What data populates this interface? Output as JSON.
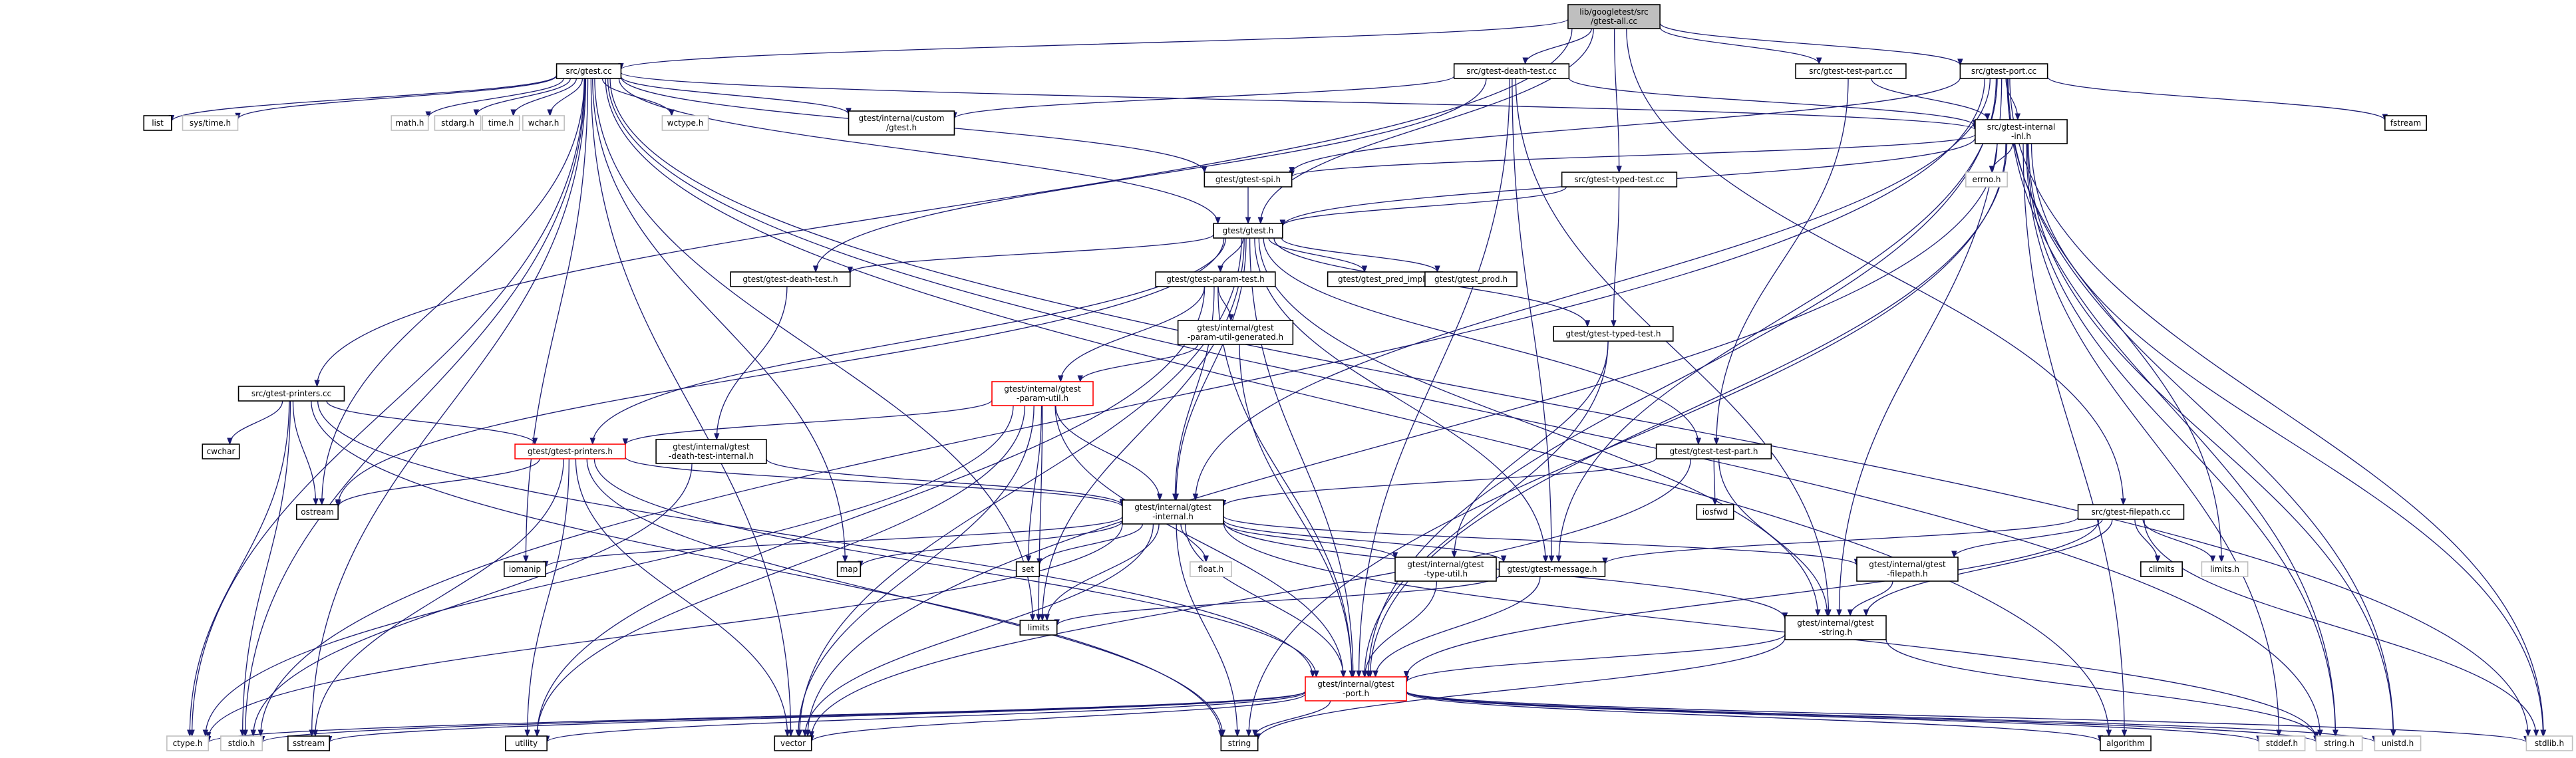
{
  "colors": {
    "edge": "#191970",
    "node_border": "#000000",
    "missing_border": "#bfbfbf",
    "truncated_border": "#ff0000",
    "root_fill": "#bfbfbf"
  },
  "nodes": [
    {
      "id": "root",
      "label": "lib/googletest/src\n/gtest-all.cc",
      "kind": "root"
    },
    {
      "id": "gtest_cc",
      "label": "src/gtest.cc",
      "kind": "file"
    },
    {
      "id": "death_cc",
      "label": "src/gtest-death-test.cc",
      "kind": "file"
    },
    {
      "id": "testpart_cc",
      "label": "src/gtest-test-part.cc",
      "kind": "file"
    },
    {
      "id": "port_cc",
      "label": "src/gtest-port.cc",
      "kind": "file"
    },
    {
      "id": "list",
      "label": "list",
      "kind": "file"
    },
    {
      "id": "systime",
      "label": "sys/time.h",
      "kind": "missing"
    },
    {
      "id": "mathh",
      "label": "math.h",
      "kind": "missing"
    },
    {
      "id": "stdarg",
      "label": "stdarg.h",
      "kind": "missing"
    },
    {
      "id": "timeh",
      "label": "time.h",
      "kind": "missing"
    },
    {
      "id": "wcharh",
      "label": "wchar.h",
      "kind": "missing"
    },
    {
      "id": "wctype",
      "label": "wctype.h",
      "kind": "missing"
    },
    {
      "id": "custom_gtest",
      "label": "gtest/internal/custom\n/gtest.h",
      "kind": "file"
    },
    {
      "id": "fstream",
      "label": "fstream",
      "kind": "file"
    },
    {
      "id": "internal_inl",
      "label": "src/gtest-internal\n-inl.h",
      "kind": "file"
    },
    {
      "id": "errno",
      "label": "errno.h",
      "kind": "missing"
    },
    {
      "id": "gtest_spi",
      "label": "gtest/gtest-spi.h",
      "kind": "file"
    },
    {
      "id": "typed_cc",
      "label": "src/gtest-typed-test.cc",
      "kind": "file"
    },
    {
      "id": "gtest_h",
      "label": "gtest/gtest.h",
      "kind": "file"
    },
    {
      "id": "death_h",
      "label": "gtest/gtest-death-test.h",
      "kind": "file"
    },
    {
      "id": "param_h",
      "label": "gtest/gtest-param-test.h",
      "kind": "file"
    },
    {
      "id": "pred_impl",
      "label": "gtest/gtest_pred_impl.h",
      "kind": "file"
    },
    {
      "id": "prod_h",
      "label": "gtest/gtest_prod.h",
      "kind": "file"
    },
    {
      "id": "param_gen",
      "label": "gtest/internal/gtest\n-param-util-generated.h",
      "kind": "file"
    },
    {
      "id": "typed_h",
      "label": "gtest/gtest-typed-test.h",
      "kind": "file"
    },
    {
      "id": "printers_cc",
      "label": "src/gtest-printers.cc",
      "kind": "file"
    },
    {
      "id": "param_util",
      "label": "gtest/internal/gtest\n-param-util.h",
      "kind": "truncated"
    },
    {
      "id": "cwchar",
      "label": "cwchar",
      "kind": "file"
    },
    {
      "id": "printers_h",
      "label": "gtest/gtest-printers.h",
      "kind": "truncated"
    },
    {
      "id": "death_internal",
      "label": "gtest/internal/gtest\n-death-test-internal.h",
      "kind": "file"
    },
    {
      "id": "testpart_h",
      "label": "gtest/gtest-test-part.h",
      "kind": "file"
    },
    {
      "id": "iosfwd",
      "label": "iosfwd",
      "kind": "file"
    },
    {
      "id": "ostream",
      "label": "ostream",
      "kind": "file"
    },
    {
      "id": "internal_h",
      "label": "gtest/internal/gtest\n-internal.h",
      "kind": "file"
    },
    {
      "id": "filepath_cc",
      "label": "src/gtest-filepath.cc",
      "kind": "file"
    },
    {
      "id": "iomanip",
      "label": "iomanip",
      "kind": "file"
    },
    {
      "id": "map",
      "label": "map",
      "kind": "file"
    },
    {
      "id": "set",
      "label": "set",
      "kind": "file"
    },
    {
      "id": "floath",
      "label": "float.h",
      "kind": "missing"
    },
    {
      "id": "type_util",
      "label": "gtest/internal/gtest\n-type-util.h",
      "kind": "file"
    },
    {
      "id": "message_h",
      "label": "gtest/gtest-message.h",
      "kind": "file"
    },
    {
      "id": "filepath_h",
      "label": "gtest/internal/gtest\n-filepath.h",
      "kind": "file"
    },
    {
      "id": "climits",
      "label": "climits",
      "kind": "file"
    },
    {
      "id": "limitsh",
      "label": "limits.h",
      "kind": "missing"
    },
    {
      "id": "limits",
      "label": "limits",
      "kind": "file"
    },
    {
      "id": "string_h_int",
      "label": "gtest/internal/gtest\n-string.h",
      "kind": "file"
    },
    {
      "id": "port_h",
      "label": "gtest/internal/gtest\n-port.h",
      "kind": "truncated"
    },
    {
      "id": "ctype",
      "label": "ctype.h",
      "kind": "missing"
    },
    {
      "id": "stdio",
      "label": "stdio.h",
      "kind": "missing"
    },
    {
      "id": "sstream",
      "label": "sstream",
      "kind": "file"
    },
    {
      "id": "utility",
      "label": "utility",
      "kind": "file"
    },
    {
      "id": "vector",
      "label": "vector",
      "kind": "file"
    },
    {
      "id": "string",
      "label": "string",
      "kind": "file"
    },
    {
      "id": "algorithm",
      "label": "algorithm",
      "kind": "file"
    },
    {
      "id": "stddef",
      "label": "stddef.h",
      "kind": "missing"
    },
    {
      "id": "stringh",
      "label": "string.h",
      "kind": "missing"
    },
    {
      "id": "unistd",
      "label": "unistd.h",
      "kind": "missing"
    },
    {
      "id": "stdlib",
      "label": "stdlib.h",
      "kind": "missing"
    }
  ],
  "edges": [
    [
      "root",
      "gtest_cc"
    ],
    [
      "root",
      "death_cc"
    ],
    [
      "root",
      "testpart_cc"
    ],
    [
      "root",
      "port_cc"
    ],
    [
      "root",
      "typed_cc"
    ],
    [
      "root",
      "printers_cc"
    ],
    [
      "root",
      "filepath_cc"
    ],
    [
      "root",
      "gtest_h"
    ],
    [
      "gtest_cc",
      "list"
    ],
    [
      "gtest_cc",
      "systime"
    ],
    [
      "gtest_cc",
      "mathh"
    ],
    [
      "gtest_cc",
      "stdarg"
    ],
    [
      "gtest_cc",
      "timeh"
    ],
    [
      "gtest_cc",
      "wcharh"
    ],
    [
      "gtest_cc",
      "wctype"
    ],
    [
      "gtest_cc",
      "custom_gtest"
    ],
    [
      "gtest_cc",
      "internal_inl"
    ],
    [
      "gtest_cc",
      "gtest_spi"
    ],
    [
      "gtest_cc",
      "gtest_h"
    ],
    [
      "gtest_cc",
      "ostream"
    ],
    [
      "gtest_cc",
      "iomanip"
    ],
    [
      "gtest_cc",
      "map"
    ],
    [
      "gtest_cc",
      "ctype"
    ],
    [
      "gtest_cc",
      "stdio"
    ],
    [
      "gtest_cc",
      "sstream"
    ],
    [
      "gtest_cc",
      "vector"
    ],
    [
      "gtest_cc",
      "algorithm"
    ],
    [
      "gtest_cc",
      "stdlib"
    ],
    [
      "gtest_cc",
      "stringh"
    ],
    [
      "gtest_cc",
      "limits"
    ],
    [
      "death_cc",
      "custom_gtest"
    ],
    [
      "death_cc",
      "internal_inl"
    ],
    [
      "death_cc",
      "death_h"
    ],
    [
      "death_cc",
      "message_h"
    ],
    [
      "death_cc",
      "string_h_int"
    ],
    [
      "death_cc",
      "port_h"
    ],
    [
      "testpart_cc",
      "testpart_h"
    ],
    [
      "testpart_cc",
      "internal_inl"
    ],
    [
      "port_cc",
      "fstream"
    ],
    [
      "port_cc",
      "internal_inl"
    ],
    [
      "port_cc",
      "gtest_spi"
    ],
    [
      "port_cc",
      "message_h"
    ],
    [
      "port_cc",
      "internal_h"
    ],
    [
      "port_cc",
      "string_h_int"
    ],
    [
      "port_cc",
      "port_h"
    ],
    [
      "port_cc",
      "limitsh"
    ],
    [
      "port_cc",
      "stdio"
    ],
    [
      "port_cc",
      "stdlib"
    ],
    [
      "port_cc",
      "stringh"
    ],
    [
      "port_cc",
      "unistd"
    ],
    [
      "internal_inl",
      "errno"
    ],
    [
      "internal_inl",
      "gtest_spi"
    ],
    [
      "internal_inl",
      "gtest_h"
    ],
    [
      "internal_inl",
      "port_h"
    ],
    [
      "internal_inl",
      "algorithm"
    ],
    [
      "internal_inl",
      "vector"
    ],
    [
      "internal_inl",
      "string"
    ],
    [
      "internal_inl",
      "stddef"
    ],
    [
      "internal_inl",
      "stdlib"
    ],
    [
      "internal_inl",
      "stringh"
    ],
    [
      "internal_inl",
      "unistd"
    ],
    [
      "gtest_spi",
      "gtest_h"
    ],
    [
      "typed_cc",
      "gtest_h"
    ],
    [
      "typed_cc",
      "typed_h"
    ],
    [
      "gtest_h",
      "death_h"
    ],
    [
      "gtest_h",
      "param_h"
    ],
    [
      "gtest_h",
      "pred_impl"
    ],
    [
      "gtest_h",
      "prod_h"
    ],
    [
      "gtest_h",
      "typed_h"
    ],
    [
      "gtest_h",
      "printers_h"
    ],
    [
      "gtest_h",
      "testpart_h"
    ],
    [
      "gtest_h",
      "internal_h"
    ],
    [
      "gtest_h",
      "message_h"
    ],
    [
      "gtest_h",
      "string_h_int"
    ],
    [
      "gtest_h",
      "port_h"
    ],
    [
      "gtest_h",
      "ostream"
    ],
    [
      "gtest_h",
      "vector"
    ],
    [
      "gtest_h",
      "limits"
    ],
    [
      "death_h",
      "death_internal"
    ],
    [
      "param_h",
      "param_gen"
    ],
    [
      "param_h",
      "param_util"
    ],
    [
      "param_h",
      "internal_h"
    ],
    [
      "param_h",
      "port_h"
    ],
    [
      "param_h",
      "utility"
    ],
    [
      "param_gen",
      "param_util"
    ],
    [
      "param_gen",
      "port_h"
    ],
    [
      "typed_h",
      "type_util"
    ],
    [
      "typed_h",
      "port_h"
    ],
    [
      "printers_cc",
      "cwchar"
    ],
    [
      "printers_cc",
      "printers_h"
    ],
    [
      "printers_cc",
      "port_h"
    ],
    [
      "printers_cc",
      "ostream"
    ],
    [
      "printers_cc",
      "ctype"
    ],
    [
      "printers_cc",
      "stdio"
    ],
    [
      "printers_cc",
      "string"
    ],
    [
      "param_util",
      "printers_h"
    ],
    [
      "param_util",
      "internal_h"
    ],
    [
      "param_util",
      "port_h"
    ],
    [
      "param_util",
      "set"
    ],
    [
      "param_util",
      "utility"
    ],
    [
      "param_util",
      "vector"
    ],
    [
      "param_util",
      "limits"
    ],
    [
      "param_util",
      "ctype"
    ],
    [
      "printers_h",
      "internal_h"
    ],
    [
      "printers_h",
      "port_h"
    ],
    [
      "printers_h",
      "ostream"
    ],
    [
      "printers_h",
      "sstream"
    ],
    [
      "printers_h",
      "string"
    ],
    [
      "printers_h",
      "utility"
    ],
    [
      "printers_h",
      "vector"
    ],
    [
      "death_internal",
      "internal_h"
    ],
    [
      "death_internal",
      "stdio"
    ],
    [
      "testpart_h",
      "internal_h"
    ],
    [
      "testpart_h",
      "iosfwd"
    ],
    [
      "testpart_h",
      "string_h_int"
    ],
    [
      "testpart_h",
      "vector"
    ],
    [
      "internal_h",
      "port_h"
    ],
    [
      "internal_h",
      "message_h"
    ],
    [
      "internal_h",
      "filepath_h"
    ],
    [
      "internal_h",
      "string_h_int"
    ],
    [
      "internal_h",
      "type_util"
    ],
    [
      "internal_h",
      "iomanip"
    ],
    [
      "internal_h",
      "map"
    ],
    [
      "internal_h",
      "set"
    ],
    [
      "internal_h",
      "floath"
    ],
    [
      "internal_h",
      "limits"
    ],
    [
      "internal_h",
      "ctype"
    ],
    [
      "internal_h",
      "string"
    ],
    [
      "internal_h",
      "vector"
    ],
    [
      "internal_h",
      "stringh"
    ],
    [
      "filepath_cc",
      "filepath_h"
    ],
    [
      "filepath_cc",
      "message_h"
    ],
    [
      "filepath_cc",
      "string_h_int"
    ],
    [
      "filepath_cc",
      "port_h"
    ],
    [
      "filepath_cc",
      "climits"
    ],
    [
      "filepath_cc",
      "limitsh"
    ],
    [
      "filepath_cc",
      "stdlib"
    ],
    [
      "type_util",
      "port_h"
    ],
    [
      "message_h",
      "port_h"
    ],
    [
      "message_h",
      "limits"
    ],
    [
      "filepath_h",
      "string_h_int"
    ],
    [
      "string_h_int",
      "port_h"
    ],
    [
      "string_h_int",
      "string"
    ],
    [
      "string_h_int",
      "stringh"
    ],
    [
      "port_h",
      "ctype"
    ],
    [
      "port_h",
      "stdio"
    ],
    [
      "port_h",
      "sstream"
    ],
    [
      "port_h",
      "utility"
    ],
    [
      "port_h",
      "vector"
    ],
    [
      "port_h",
      "string"
    ],
    [
      "port_h",
      "algorithm"
    ],
    [
      "port_h",
      "stddef"
    ],
    [
      "port_h",
      "stringh"
    ],
    [
      "port_h",
      "unistd"
    ],
    [
      "port_h",
      "stdlib"
    ]
  ]
}
